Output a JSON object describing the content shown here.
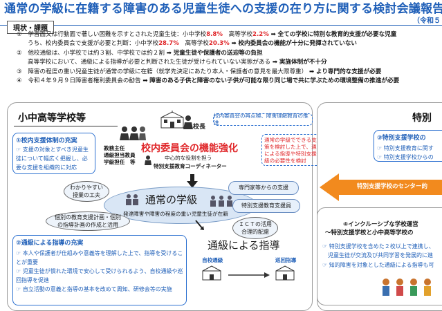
{
  "header": {
    "title": "通常の学級に在籍する障害のある児童生徒への支援の在り方に関する検討会議報告",
    "subtitle": "（令和５"
  },
  "issues": {
    "label": "現状・課題",
    "rows": [
      {
        "n": "①",
        "parts": [
          "学習面又は行動面で著しい困難を示すとされた児童生徒：小中学校",
          "8.8%",
          "　高等学校",
          "2.2%"
        ],
        "arrow": "➡",
        "conclusion": "全ての学校に特別な教育的支援が必要な児童"
      },
      {
        "n": "",
        "parts": [
          "うち、校内委員会で支援が必要と判断：小中学校",
          "28.7%",
          "　高等学校",
          "20.3%"
        ],
        "arrow": "➡",
        "conclusion": "校内委員会の機能が十分に発揮されていない"
      },
      {
        "n": "②",
        "parts": [
          "他校通級は、小学校では約３割、中学校では約２割"
        ],
        "arrow": "➡",
        "conclusion": "児童生徒や保護者の送迎等の負担"
      },
      {
        "n": "",
        "parts": [
          "高等学校において、通級による指導が必要と判断された生徒が受けられていない実態がある"
        ],
        "arrow": "➡",
        "conclusion": "実施体制が不十分"
      },
      {
        "n": "③",
        "parts": [
          "障害の程度の重い児童生徒が通常の学級に在籍（就学先決定にあたり本人・保護者の意見を最大限尊重）"
        ],
        "arrow": "➡",
        "conclusion": "より専門的な支援が必要"
      },
      {
        "n": "④",
        "parts": [
          "令和４年９月９日障害者権利委員会の勧告"
        ],
        "arrow": "➡",
        "conclusion": "障害のある子供と障害のない子供が可能な限り同じ場で共に学ぶための環境整備の推進が必要"
      }
    ]
  },
  "left": {
    "heading": "小中高等学校等",
    "s1": {
      "title": "①校内支援体制の充実",
      "items": [
        "支援の対象とすべき児童生徒について幅広く把握し、必要な支援を組織的に対応"
      ]
    },
    "principal": "校長",
    "staff": "教務主任\n通級担当教員\n学級担任　等",
    "committee_title": "校内委員会の機能強化",
    "coordinator_note": "中心的な役割を担う",
    "coordinator": "特別支援教育コーディネーター",
    "recheck": "校内委員会の再点検、障害理解教育の推進",
    "note_right": "通常の学級でできる支援策を検討した上で、通級による指導や特別支援学級の必要性を検討",
    "center_title": "通常の学級",
    "center_sub": "発達障害や障害の程度の重い児童生徒が在籍",
    "ovals": {
      "easy": "わかりやすい\n授業の工夫",
      "plan": "個別の教育支援計画・個別\nの指導計画の作成と活用",
      "expert": "専門家等からの支援",
      "assistant": "特別支援教育支援員",
      "ict": "ＩＣＴの活用\n合理的配慮"
    },
    "s2": {
      "title": "②通級による指導の充実",
      "items": [
        "本人や保護者が仕組みや意義等を理解した上で、指導を受けることが重要",
        "児童生徒が慣れた環境で安心して受けられるよう、自校通級や巡回指導を促進",
        "自立活動の意義と指導の基本を改めて周知、研修会等の実施"
      ]
    },
    "tsukyu_title": "通級による指導",
    "self": "自校通級",
    "visit": "巡回指導"
  },
  "right": {
    "heading": "特別",
    "s3_title": "③特別支援学校の",
    "s3_items": [
      "特別支援教育に関す",
      "特別支援学校からの"
    ],
    "orange": "特別支援学校のセンター的",
    "s4_title": "④インクルーシブな学校運営",
    "s4_sub": "～特別支援学校と小中高等学校の",
    "s4_items": [
      "特別支援学校を含めた２校以上で連携し、",
      "児童生徒が交流及び共同学習を発展的に進",
      "知的障害を対象とした通級による指導も可"
    ]
  },
  "colors": {
    "accent": "#1f5fb8",
    "red": "#e0282b",
    "orange": "#f28a1e",
    "center": "#d9e6f5"
  },
  "icons": [
    "school-icon",
    "person-icon",
    "down-arrow-icon",
    "orange-arrow-icon",
    "students-icon",
    "bus-icon"
  ]
}
